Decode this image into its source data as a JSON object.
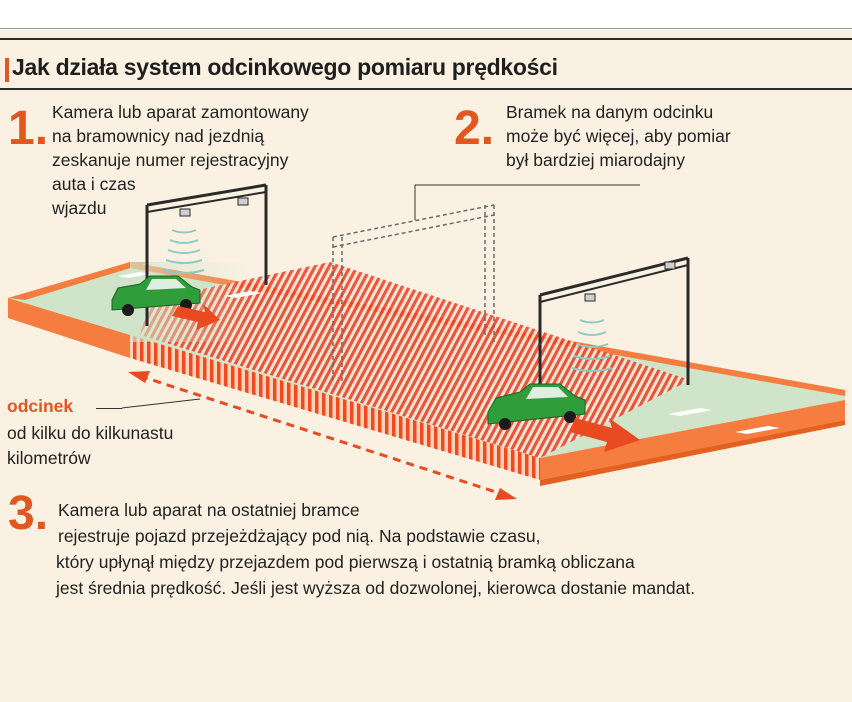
{
  "title": "Jak działa system odcinkowego pomiaru prędkości",
  "steps": [
    {
      "number": "1.",
      "lines": [
        "Kamera lub aparat zamontowany",
        "na bramownicy nad jezdnią",
        "zeskanuje numer rejestracyjny",
        "auta i czas",
        "wjazdu"
      ]
    },
    {
      "number": "2.",
      "lines": [
        "Bramek na danym odcinku",
        "może być więcej, aby pomiar",
        "był bardziej miarodajny"
      ]
    },
    {
      "number": "3.",
      "lines": [
        "Kamera lub aparat na ostatniej bramce",
        "rejestruje pojazd przejeżdżający pod nią. Na podstawie czasu,",
        "który upłynął między przejazdem pod pierwszą i ostatnią bramką obliczana",
        "jest średnia prędkość. Jeśli jest wyższa od dozwolonej, kierowca dostanie mandat."
      ]
    }
  ],
  "segment": {
    "label": "odcinek",
    "lines": [
      "od kilku do kilkunastu",
      "kilometrów"
    ]
  },
  "colors": {
    "accent": "#e2561f",
    "road": "#cfe4c9",
    "road_side": "#f47d3f",
    "background": "#fbf1e2",
    "car": "#2f9e3a"
  }
}
